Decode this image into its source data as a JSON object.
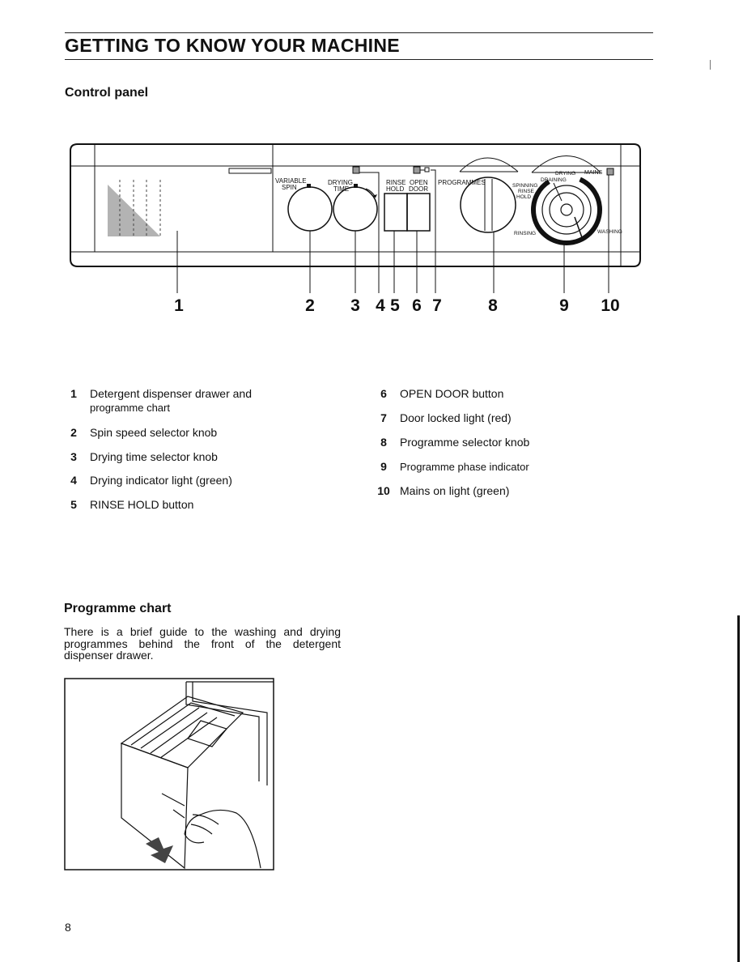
{
  "header": {
    "title": "GETTING TO KNOW YOUR MACHINE"
  },
  "sections": {
    "control_panel": "Control panel",
    "programme_chart": "Programme chart"
  },
  "panel": {
    "variable_spin": [
      "VARIABLE",
      "SPIN"
    ],
    "drying_time": [
      "DRYING",
      "TIME"
    ],
    "rinse_hold": [
      "RINSE",
      "HOLD"
    ],
    "open_door": [
      "OPEN",
      "DOOR"
    ],
    "programmes": "PROGRAMMES",
    "mains": "MAINS",
    "phases": [
      "DRYING",
      "DRAINING",
      "SPINNING",
      "RINSE",
      "HOLD",
      "RINSING",
      "WASHING"
    ],
    "callouts": [
      "1",
      "2",
      "3",
      "4",
      "5",
      "6",
      "7",
      "8",
      "9",
      "10"
    ]
  },
  "legend": [
    {
      "num": "1",
      "text": "Detergent dispenser drawer and",
      "sub": "programme chart"
    },
    {
      "num": "2",
      "text": "Spin speed selector knob"
    },
    {
      "num": "3",
      "text": "Drying time selector knob"
    },
    {
      "num": "4",
      "text": "Drying indicator light (green)"
    },
    {
      "num": "5",
      "text": "RINSE HOLD button"
    },
    {
      "num": "6",
      "text": "OPEN DOOR button"
    },
    {
      "num": "7",
      "text": "Door locked light (red)"
    },
    {
      "num": "8",
      "text": "Programme selector knob"
    },
    {
      "num": "9",
      "text": "Programme phase indicator"
    },
    {
      "num": "10",
      "text": "Mains on light (green)"
    }
  ],
  "programme_chart_text": "There is a brief guide to the washing and drying programmes behind the front of the detergent dispenser drawer.",
  "page_number": "8"
}
